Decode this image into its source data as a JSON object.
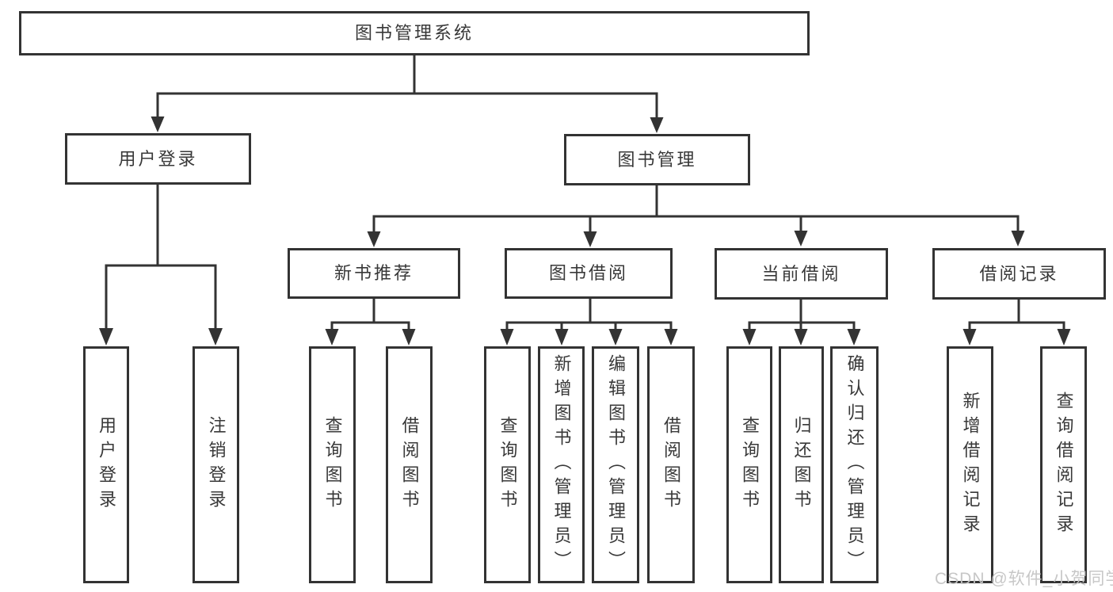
{
  "diagram": {
    "root": {
      "label": "图书管理系统",
      "children": [
        {
          "label": "用户登录",
          "children": [
            {
              "label": "用户登录"
            },
            {
              "label": "注销登录"
            }
          ]
        },
        {
          "label": "图书管理",
          "children": [
            {
              "label": "新书推荐",
              "children": [
                {
                  "label": "查询图书"
                },
                {
                  "label": "借阅图书"
                }
              ]
            },
            {
              "label": "图书借阅",
              "children": [
                {
                  "label": "查询图书"
                },
                {
                  "label": "新增图书（管理员）"
                },
                {
                  "label": "编辑图书（管理员）"
                },
                {
                  "label": "借阅图书"
                }
              ]
            },
            {
              "label": "当前借阅",
              "children": [
                {
                  "label": "查询图书"
                },
                {
                  "label": "归还图书"
                },
                {
                  "label": "确认归还（管理员）"
                }
              ]
            },
            {
              "label": "借阅记录",
              "children": [
                {
                  "label": "新增借阅记录"
                },
                {
                  "label": "查询借阅记录"
                }
              ]
            }
          ]
        }
      ]
    },
    "watermark": "CSDN @软件_小贺同学",
    "colors": {
      "line": "#333333",
      "box_border": "#333333",
      "box_fill": "#ffffff",
      "text": "#383838",
      "watermark": "#c4c4c4"
    }
  }
}
